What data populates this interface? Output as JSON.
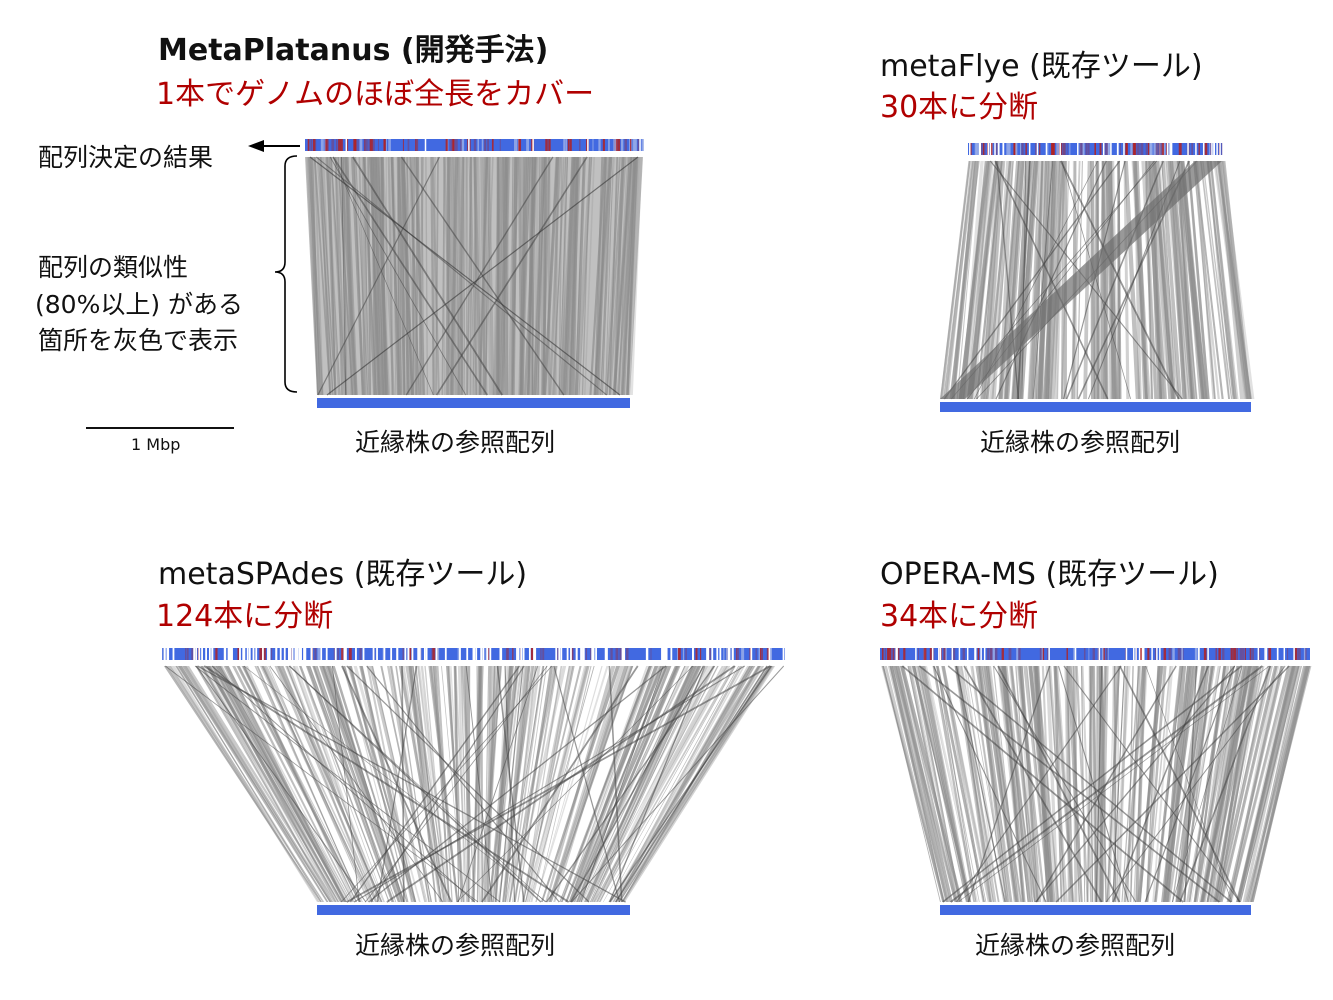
{
  "colors": {
    "contig_blue": "#4169e1",
    "contig_red": "#b22222",
    "contig_purple": "#6a4c93",
    "alignment_gray": "#8c8c8c",
    "reference_blue": "#4169e1",
    "highlight_red": "#b00000"
  },
  "panels": [
    {
      "id": "metaplatanus",
      "tool": "MetaPlatanus (開発手法)",
      "result": "1本でゲノムのほぼ全長をカバー",
      "ref_label": "近縁株の参照配列",
      "contig_count": 1
    },
    {
      "id": "metaflye",
      "tool": "metaFlye (既存ツール)",
      "result": "30本に分断",
      "ref_label": "近縁株の参照配列",
      "contig_count": 30
    },
    {
      "id": "metaspades",
      "tool": "metaSPAdes (既存ツール)",
      "result": "124本に分断",
      "ref_label": "近縁株の参照配列",
      "contig_count": 124
    },
    {
      "id": "operams",
      "tool": "OPERA-MS (既存ツール)",
      "result": "34本に分断",
      "ref_label": "近縁株の参照配列",
      "contig_count": 34
    }
  ],
  "annotations": {
    "assembly_label": "配列決定の結果",
    "similarity_line1": "配列の類似性",
    "similarity_line2": "(80%以上) がある",
    "similarity_line3": "箇所を灰色で表示",
    "scale_bar": "1 Mbp"
  }
}
